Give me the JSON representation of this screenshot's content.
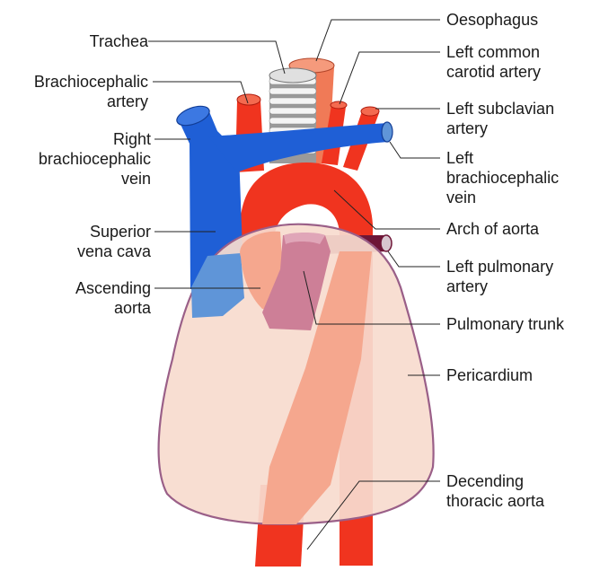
{
  "colors": {
    "aorta": "#f0341f",
    "aorta_dark": "#c21f10",
    "vein": "#1f5fd6",
    "vein_dark": "#123d96",
    "vein_overlay": "#5f95d8",
    "trachea_ring": "#f4f4f4",
    "trachea_gap": "#9a9a9a",
    "oesophagus": "#f07a57",
    "pericardium_fill": "#f8dccf",
    "pericardium_edge": "#9a5f88",
    "pulmonary_trunk": "#cd7f97",
    "left_pulmonary": "#6e1637",
    "overlay_aorta": "#f5a78e",
    "leader": "#222222"
  },
  "labels": {
    "trachea": "Trachea",
    "brachiocephalic_artery": [
      "Brachiocephalic",
      "artery"
    ],
    "right_brachiocephalic_vein": [
      "Right",
      "brachiocephalic",
      "vein"
    ],
    "superior_vena_cava": [
      "Superior",
      "vena cava"
    ],
    "ascending_aorta": [
      "Ascending",
      "aorta"
    ],
    "oesophagus": "Oesophagus",
    "left_common_carotid_artery": [
      "Left common",
      "carotid artery"
    ],
    "left_subclavian_artery": [
      "Left subclavian",
      "artery"
    ],
    "left_brachiocephalic_vein": [
      "Left",
      "brachiocephalic",
      "vein"
    ],
    "arch_of_aorta": "Arch of aorta",
    "left_pulmonary_artery": [
      "Left pulmonary",
      "artery"
    ],
    "pulmonary_trunk": "Pulmonary trunk",
    "pericardium": "Pericardium",
    "decending_thoracic_aorta": [
      "Decending",
      "thoracic aorta"
    ]
  }
}
